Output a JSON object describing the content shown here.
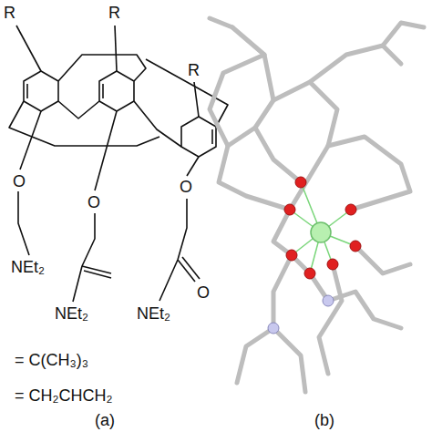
{
  "diagram": {
    "labels": [
      "R",
      "R",
      "R",
      "O",
      "O",
      "O",
      "NEt₂",
      "NEt₂",
      "O",
      "NEt₂",
      "= C(CH₃)₃",
      "= CH₂CHCH₂",
      "(a)",
      "(b)"
    ]
  }
}
